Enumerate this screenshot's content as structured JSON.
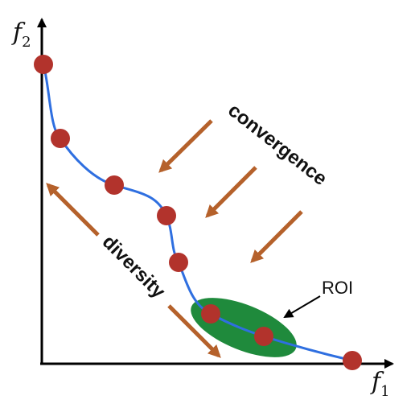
{
  "axes": {
    "x_label": "f",
    "x_subscript": "1",
    "y_label": "f",
    "y_subscript": "2"
  },
  "labels": {
    "convergence": "convergence",
    "diversity": "diversity",
    "roi": "ROI"
  },
  "colors": {
    "curve": "#2f6fe0",
    "point": "#b2332c",
    "arrow": "#b5612b",
    "roi": "#1f8a3c",
    "axis": "#000000"
  }
}
